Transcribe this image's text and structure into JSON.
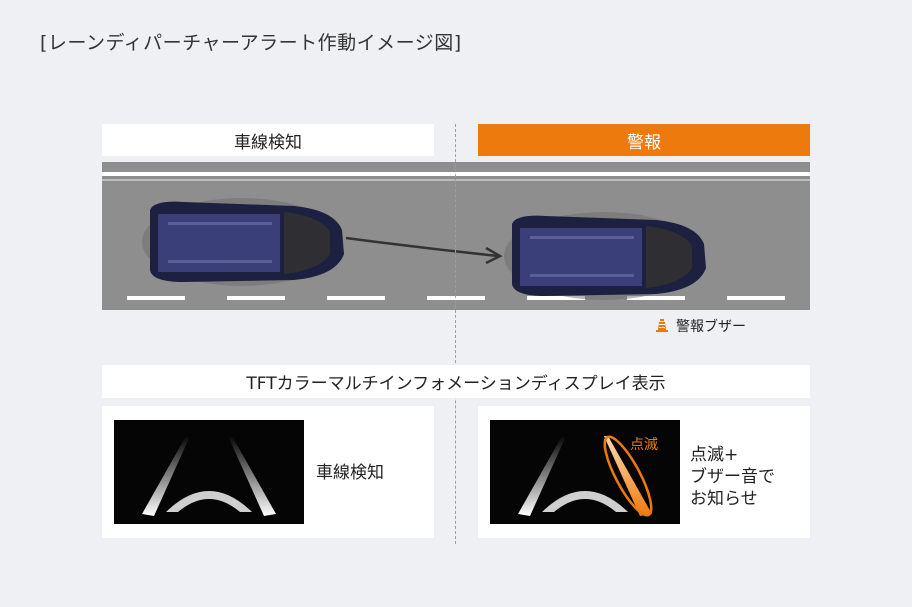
{
  "title": "[レーンディパーチャーアラート作動イメージ図]",
  "labels": {
    "detect": "車線検知",
    "warn": "警報"
  },
  "buzzer_label": "警報ブザー",
  "tft_label": "TFTカラーマルチインフォメーションディスプレイ表示",
  "panels": {
    "left_text": [
      "車線検知"
    ],
    "right_text": [
      "点滅+",
      "ブザー音で",
      "お知らせ"
    ],
    "blink_label": "点滅"
  },
  "colors": {
    "accent": "#ee7a0e",
    "road": "#8f8f8f",
    "car_body": "#2a2f55"
  },
  "icons": [
    "buzzer-icon",
    "arrow-icon"
  ]
}
